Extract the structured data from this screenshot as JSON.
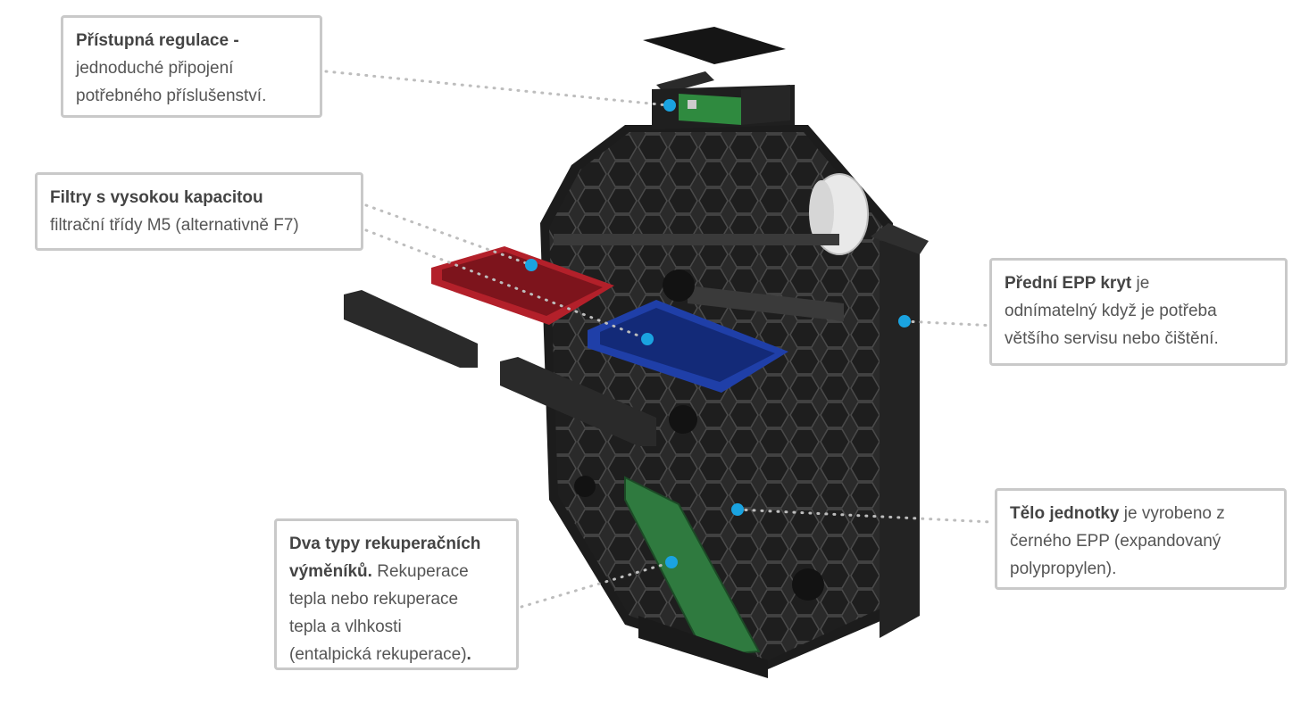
{
  "callouts": {
    "regulace": {
      "bold": "Přístupná regulace -",
      "lines": [
        "jednoduché připojení",
        "potřebného příslušenství."
      ]
    },
    "filtry": {
      "bold": "Filtry s vysokou kapacitou",
      "lines": [
        "filtrační třídy M5  (alternativně F7)"
      ]
    },
    "kryt": {
      "bold": "Přední EPP kryt",
      "rest": " je",
      "lines": [
        "odnímatelný když je potřeba",
        "většího servisu nebo čištění."
      ]
    },
    "telo": {
      "bold": "Tělo jednotky",
      "rest": " je vyrobeno z",
      "lines": [
        "černého EPP (expandovaný",
        "polypropylen)."
      ]
    },
    "vymeniky": {
      "bold1": "Dva typy rekuperačních",
      "bold2": "výměníků.",
      "rest2": " Rekuperace",
      "lines": [
        "tepla nebo rekuperace",
        "tepla a vlhkosti"
      ],
      "last": "(entalpická rekuperace)",
      "last_bold": "."
    }
  },
  "colors": {
    "marker": "#1aa3e0",
    "border": "#c9c9c9",
    "text": "#555555",
    "body": "#2b2b2b",
    "filter_red": "#b3202a",
    "filter_blue": "#1f3fa8",
    "exchanger": "#2f7a3f"
  }
}
